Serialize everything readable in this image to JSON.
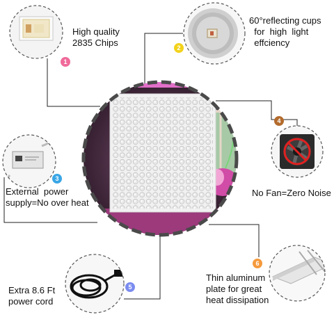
{
  "features": [
    {
      "num": "1",
      "color": "#f06a9a",
      "text": "High quality\n2835 Chips"
    },
    {
      "num": "2",
      "color": "#f2d21a",
      "text": "60°reflecting cups\n  for  high  light\n  effciency"
    },
    {
      "num": "3",
      "color": "#3aa6e6",
      "text": "External  power\nsupply=No over heat"
    },
    {
      "num": "4",
      "color": "#b36b2c",
      "text": "No Fan=Zero Noise"
    },
    {
      "num": "5",
      "color": "#7b8cf0",
      "text": "Extra 8.6 Ft\npower cord"
    },
    {
      "num": "6",
      "color": "#f59a3c",
      "text": "Thin aluminum\nplate for great\nheat dissipation"
    }
  ]
}
